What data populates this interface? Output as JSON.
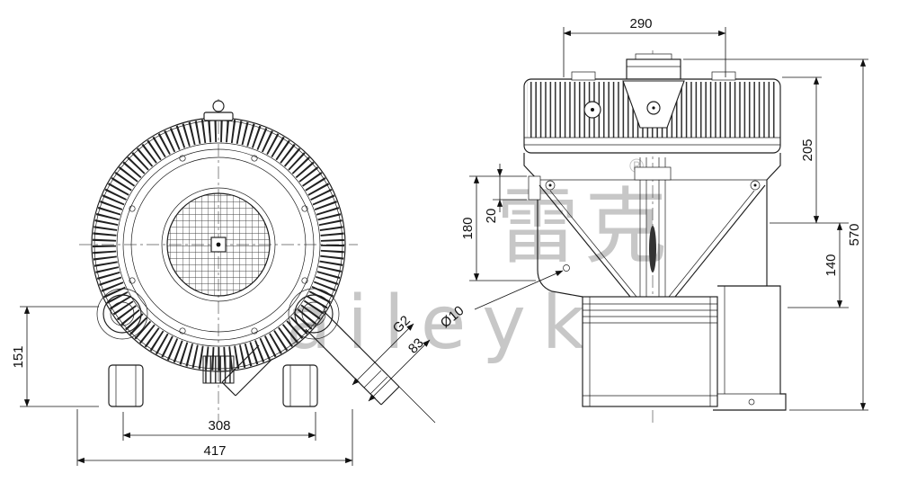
{
  "watermark": {
    "cn": "雷克",
    "reg": "®",
    "en": "aileyk"
  },
  "front_view": {
    "dims": {
      "h151": "151",
      "w308": "308",
      "w417": "417",
      "g2": "G2",
      "l83": "83"
    }
  },
  "side_view": {
    "dims": {
      "w290": "290",
      "h205": "205",
      "h140": "140",
      "h570": "570",
      "h180": "180",
      "o20": "20",
      "d10": "Ø10"
    }
  }
}
